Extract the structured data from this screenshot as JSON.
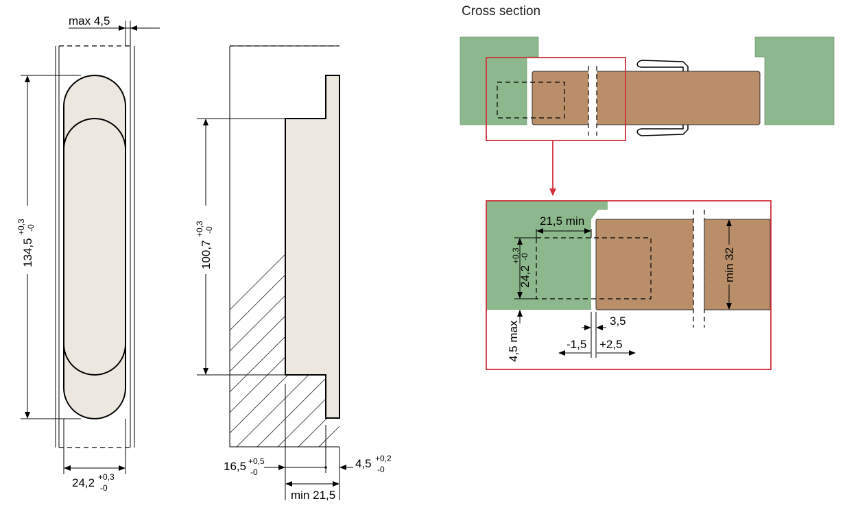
{
  "cross_section": {
    "title": "Cross section"
  },
  "front_view": {
    "top_clearance": "max 4,5",
    "height_value": "134,5",
    "height_tol_upper": "+0,3",
    "height_tol_lower": "-0",
    "width_value": "24,2",
    "width_tol_upper": "+0,3",
    "width_tol_lower": "-0"
  },
  "side_view": {
    "pocket_value": "100,7",
    "pocket_tol_upper": "+0,3",
    "pocket_tol_lower": "-0",
    "depth_value": "16,5",
    "depth_tol_upper": "+0,5",
    "depth_tol_lower": "-0",
    "flange_value": "4,5",
    "flange_tol_upper": "+0,2",
    "flange_tol_lower": "-0",
    "min_depth": "min 21,5"
  },
  "detail_view": {
    "min_width": "21,5 min",
    "pocket_value": "24,2",
    "pocket_tol_upper": "+0,3",
    "pocket_tol_lower": "-0",
    "min_thickness": "min 32",
    "gap": "3,5",
    "offset_left": "-1,5",
    "offset_right": "+2,5",
    "max_clearance": "4,5 max"
  },
  "colors": {
    "frame": "#8DB78D",
    "door": "#B98E68",
    "hinge_body": "#EDE8DF",
    "callout": "#D0303A"
  }
}
